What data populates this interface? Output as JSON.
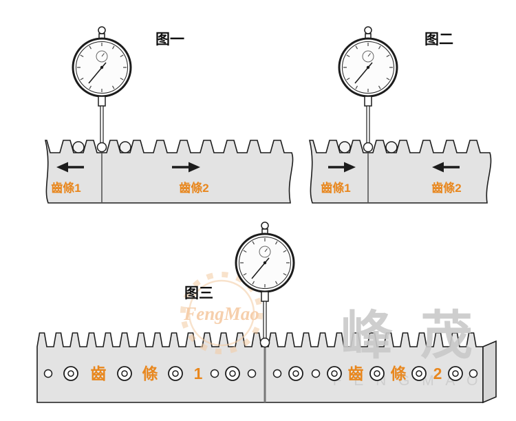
{
  "figure1": {
    "title": "图一",
    "rack1_label": "齒條1",
    "rack2_label": "齒條2"
  },
  "figure2": {
    "title": "图二",
    "rack1_label": "齒條1",
    "rack2_label": "齒條2"
  },
  "figure3": {
    "title": "图三",
    "rack1_char1": "齒",
    "rack1_char2": "條",
    "rack1_char3": "1",
    "rack2_char1": "齒",
    "rack2_char2": "條",
    "rack2_char3": "2"
  },
  "watermark": {
    "logo_text": "FengMao",
    "cn_char1": "峰",
    "cn_char2": "茂",
    "en_text": "F E N G      M A O"
  },
  "colors": {
    "rack_fill": "#e3e3e3",
    "rack_end_fill": "#d6d6d6",
    "outline": "#1c1c1c",
    "label_orange": "#e8871e",
    "watermark_orange": "#efa96a",
    "watermark_gray": "#c9c9c9"
  }
}
